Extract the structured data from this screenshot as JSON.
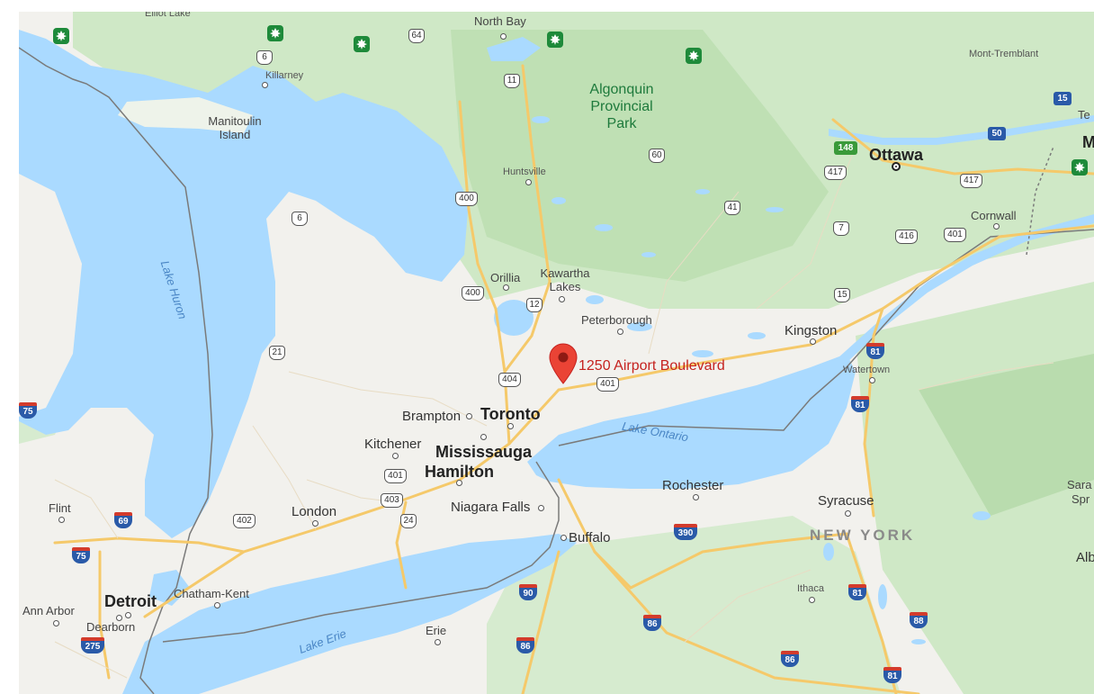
{
  "map": {
    "water_labels": [
      "Lake Huron",
      "Lake Ontario",
      "Lake Erie"
    ],
    "park": "Algonquin Provincial Park",
    "states": [
      "NEW YORK"
    ],
    "cities": {
      "toronto": "Toronto",
      "mississauga": "Mississauga",
      "hamilton": "Hamilton",
      "detroit": "Detroit",
      "ottawa": "Ottawa",
      "brampton": "Brampton",
      "kitchener": "Kitchener",
      "london": "London",
      "niagara_falls": "Niagara Falls",
      "buffalo": "Buffalo",
      "rochester": "Rochester",
      "syracuse": "Syracuse",
      "kingston": "Kingston",
      "watertown": "Watertown",
      "peterborough": "Peterborough",
      "kawartha_lakes": "Kawartha Lakes",
      "orillia": "Orillia",
      "huntsville": "Huntsville",
      "north_bay": "North Bay",
      "elliot_lake": "Elliot Lake",
      "killarney": "Killarney",
      "manitoulin_island": "Manitoulin Island",
      "mont_tremblant": "Mont-Tremblant",
      "cornwall": "Cornwall",
      "chatham_kent": "Chatham-Kent",
      "ann_arbor": "Ann Arbor",
      "dearborn": "Dearborn",
      "flint": "Flint",
      "erie": "Erie",
      "ithaca": "Ithaca",
      "edge_te": "Te",
      "edge_m": "M",
      "edge_sara": "Sara",
      "edge_spr": "Spr",
      "edge_alb": "Alb"
    },
    "marker": {
      "label": "1250 Airport Boulevard",
      "color": "#ea4335"
    },
    "routes": {
      "r64": "64",
      "r6a": "6",
      "r11": "11",
      "r60": "60",
      "r400a": "400",
      "r41": "41",
      "r6b": "6",
      "r400b": "400",
      "r12": "12",
      "r15": "15",
      "r7": "7",
      "r417a": "417",
      "r417b": "417",
      "r416": "416",
      "r401a": "401",
      "r21": "21",
      "r404": "404",
      "r401b": "401",
      "r401c": "401",
      "r403": "403",
      "r24": "24",
      "r402": "402"
    },
    "interstates": {
      "i75a": "75",
      "i69": "69",
      "i75b": "75",
      "i275": "275",
      "i90": "90",
      "i86a": "86",
      "i86b": "86",
      "i86c": "86",
      "i390": "390",
      "i81a": "81",
      "i81b": "81",
      "i81c": "81",
      "i81d": "81",
      "i88": "88"
    },
    "provincial_routes": {
      "q15": "15",
      "q50": "50",
      "q148": "148"
    },
    "colors": {
      "water": "#aadaff",
      "land": "#f2f1ed",
      "forest": "#c8e6c0",
      "highway": "#f9d27c",
      "border": "#7a7a7a"
    }
  }
}
